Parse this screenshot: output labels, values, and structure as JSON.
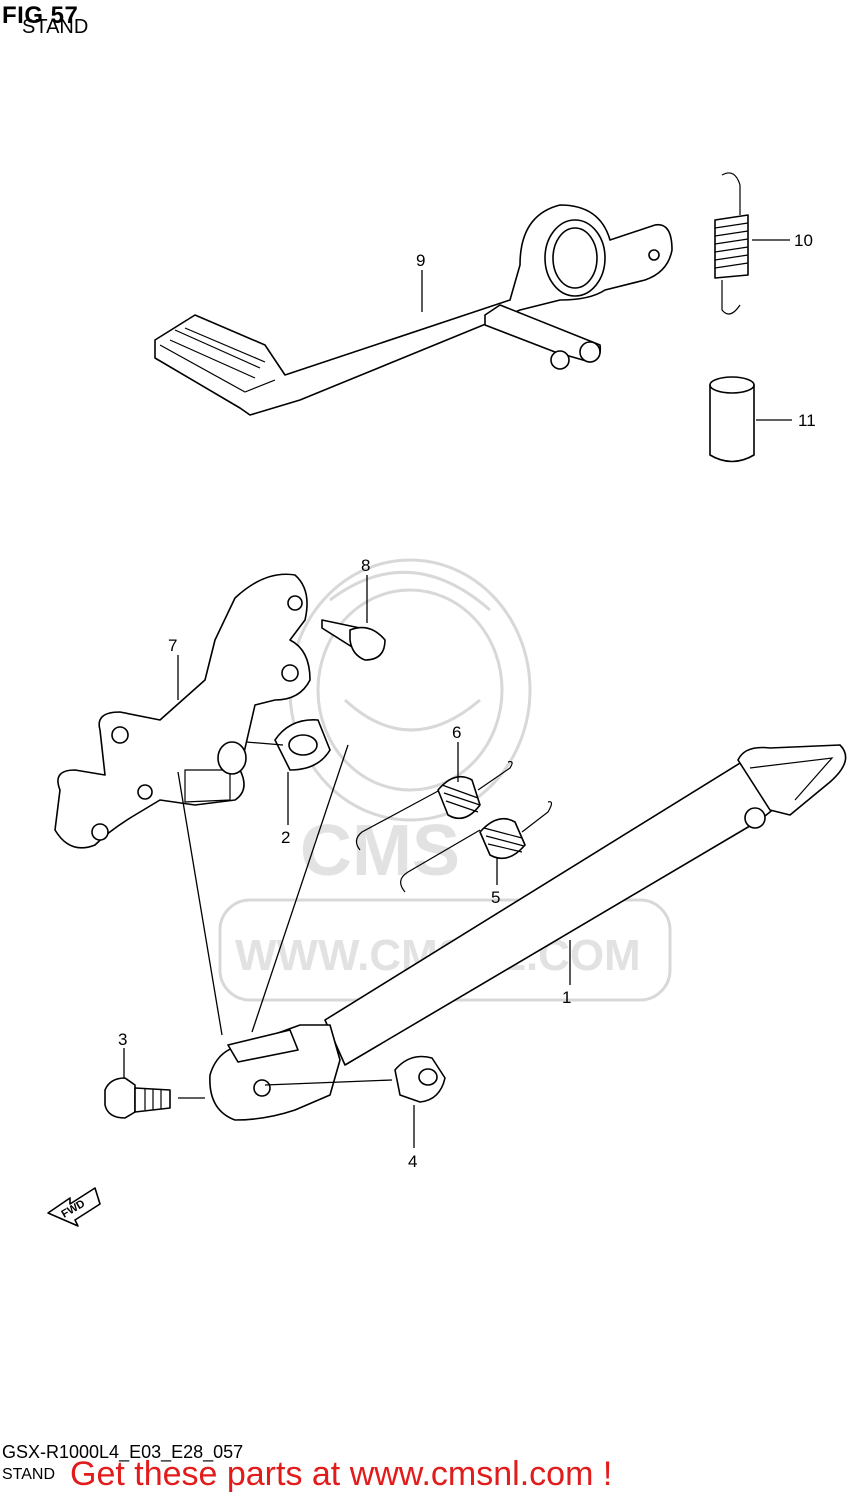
{
  "header": {
    "title": "FIG 57",
    "subtitle": "STAND"
  },
  "watermark": {
    "text": "WWW.CMSNL.COM",
    "logo": "CMS"
  },
  "callouts": [
    {
      "id": "1",
      "label": "1"
    },
    {
      "id": "2",
      "label": "2"
    },
    {
      "id": "3",
      "label": "3"
    },
    {
      "id": "4",
      "label": "4"
    },
    {
      "id": "5",
      "label": "5"
    },
    {
      "id": "6",
      "label": "6"
    },
    {
      "id": "7",
      "label": "7"
    },
    {
      "id": "8",
      "label": "8"
    },
    {
      "id": "9",
      "label": "9"
    },
    {
      "id": "10",
      "label": "10"
    },
    {
      "id": "11",
      "label": "11"
    }
  ],
  "fwd_arrow": "FWD",
  "footer": {
    "model_code": "GSX-R1000L4_E03_E28_057",
    "section": "STAND",
    "promo": "Get these parts at www.cmsnl.com !"
  },
  "colors": {
    "promo": "#e21b1b",
    "line": "#000000",
    "watermark": "#d8d8d8"
  }
}
